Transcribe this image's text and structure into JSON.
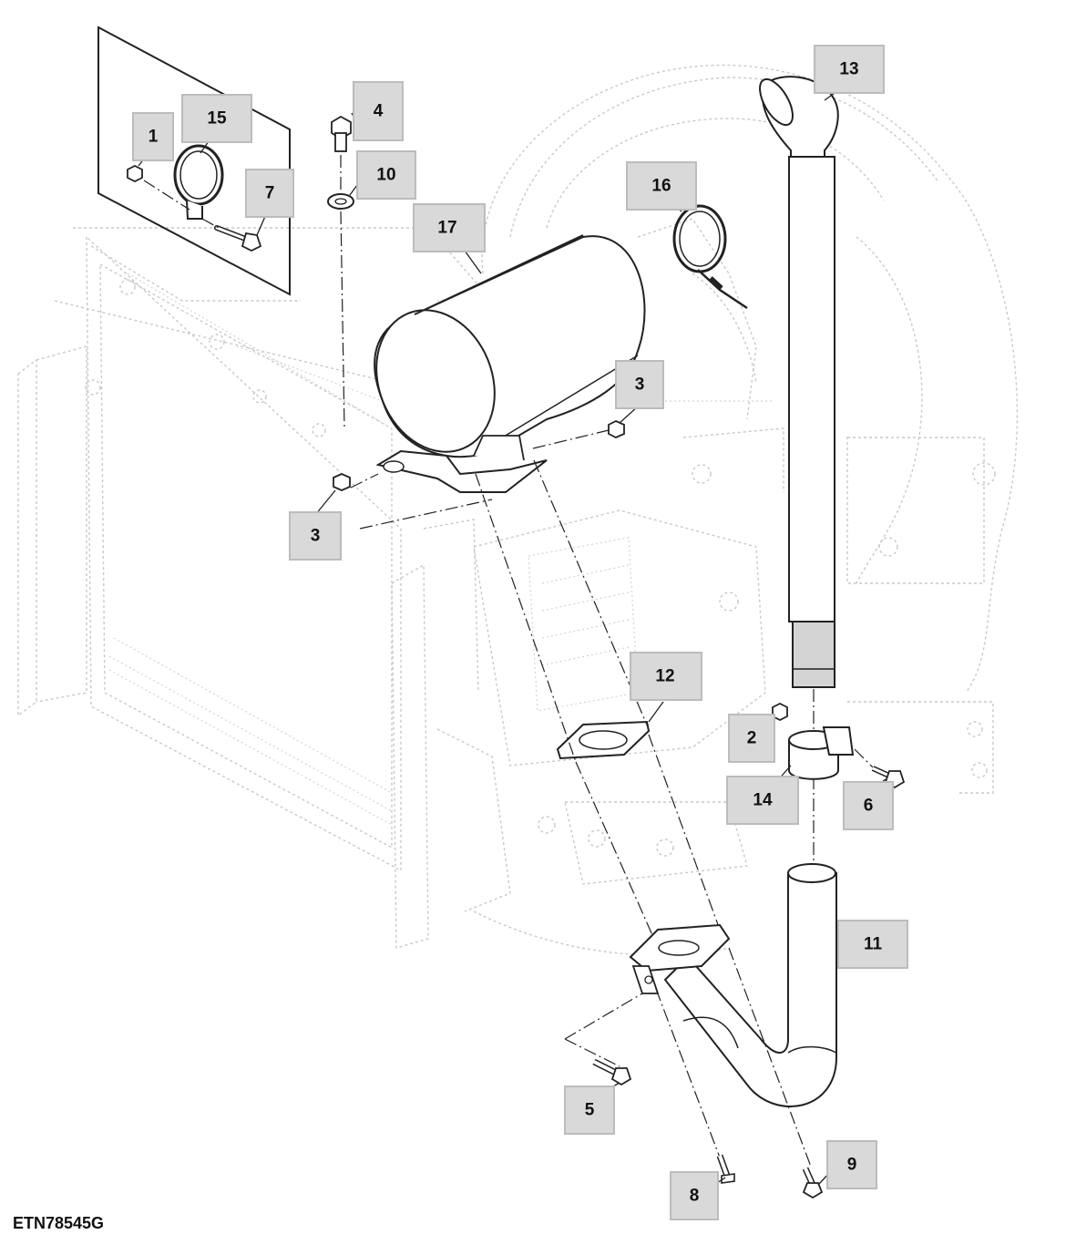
{
  "figure_code": "ETN78545G",
  "callouts": [
    {
      "id": "c1",
      "label": "1"
    },
    {
      "id": "c15",
      "label": "15"
    },
    {
      "id": "c7",
      "label": "7"
    },
    {
      "id": "c4",
      "label": "4"
    },
    {
      "id": "c10",
      "label": "10"
    },
    {
      "id": "c17",
      "label": "17"
    },
    {
      "id": "c16",
      "label": "16"
    },
    {
      "id": "c13",
      "label": "13"
    },
    {
      "id": "c3a",
      "label": "3"
    },
    {
      "id": "c3b",
      "label": "3"
    },
    {
      "id": "c12",
      "label": "12"
    },
    {
      "id": "c2",
      "label": "2"
    },
    {
      "id": "c14",
      "label": "14"
    },
    {
      "id": "c6",
      "label": "6"
    },
    {
      "id": "c11",
      "label": "11"
    },
    {
      "id": "c5",
      "label": "5"
    },
    {
      "id": "c8",
      "label": "8"
    },
    {
      "id": "c9",
      "label": "9"
    }
  ],
  "colors": {
    "callout_fill": "#d9d9d9",
    "line": "#222222",
    "phantom": "#c9c9c9"
  }
}
